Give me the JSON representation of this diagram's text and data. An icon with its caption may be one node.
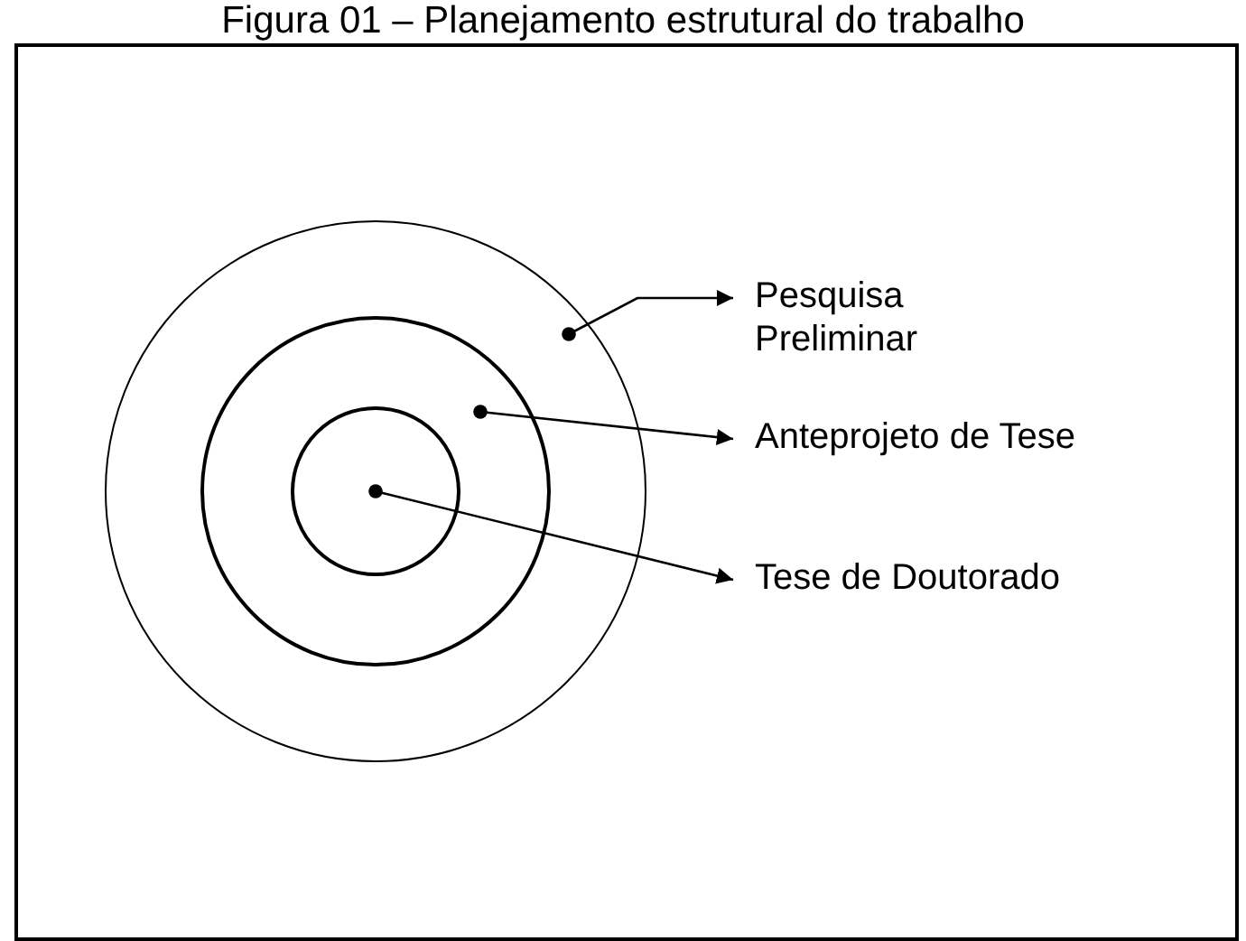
{
  "diagram": {
    "title": "Figura 01 – Planejamento estrutural do trabalho",
    "nodes": [
      {
        "text": [],
        "shape": "circle"
      },
      {
        "text": [],
        "shape": "circle",
        "in": 0
      },
      {
        "text": [],
        "shape": "circle",
        "in": 1
      },
      {
        "text": [
          "Pesquisa Preliminar"
        ]
      },
      {
        "text": [
          "Anteprojeto de Tese"
        ]
      },
      {
        "text": [
          "Tese de Doutorado"
        ]
      }
    ],
    "edges": [
      {
        "from": 0,
        "to": 3,
        "arrow": "to"
      },
      {
        "from": 1,
        "to": 4,
        "arrow": "to"
      },
      {
        "from": 2,
        "to": 5,
        "arrow": "to"
      }
    ]
  }
}
